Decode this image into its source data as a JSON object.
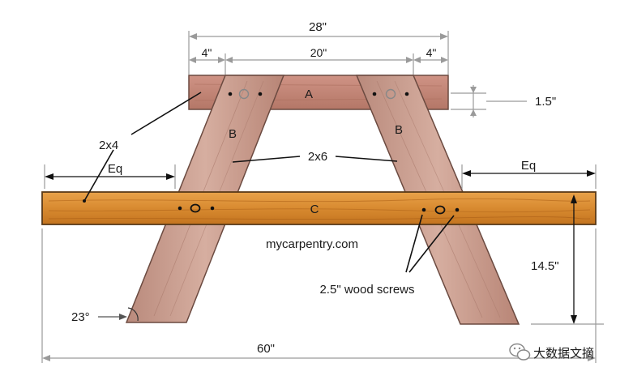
{
  "dimensions": {
    "top_width": "28\"",
    "end_left": "4\"",
    "between": "20\"",
    "end_right": "4\"",
    "top_thickness": "1.5\"",
    "equal_left": "Eq",
    "equal_right": "Eq",
    "seat_height": "14.5\"",
    "overall_width": "60\"",
    "leg_angle": "23°"
  },
  "part_labels": {
    "a": "A",
    "b_left": "B",
    "b_right": "B",
    "c": "C"
  },
  "callouts": {
    "lumber_2x4": "2x4",
    "lumber_2x6": "2x6",
    "screws": "2.5\" wood screws"
  },
  "watermark": "mycarpentry.com",
  "badge": {
    "icon": "wechat-icon",
    "text": "大数据文摘"
  },
  "colors": {
    "seat_wood": "#d98a2e",
    "leg_wood": "#c79a8a",
    "top_wood": "#c8897a",
    "dimension_line": "#9a9a9a"
  }
}
